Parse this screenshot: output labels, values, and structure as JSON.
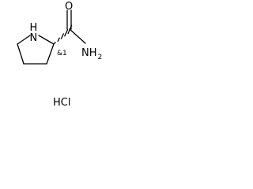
{
  "molecule": {
    "ring_atom": {
      "symbol": "N",
      "h_label": "H"
    },
    "stereo_label": "&1",
    "carbonyl_oxygen": "O",
    "amide_group": {
      "main": "NH",
      "subscript": "2"
    },
    "salt": "HCl"
  }
}
